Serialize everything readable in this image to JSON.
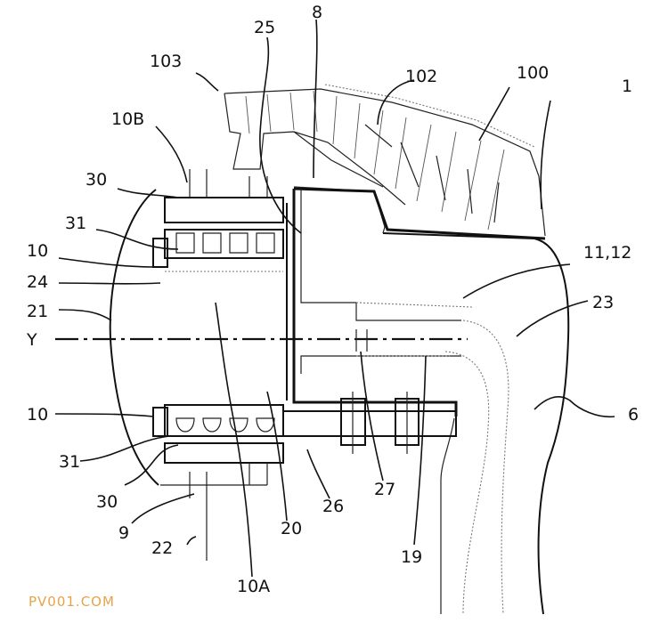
{
  "labels": {
    "l1": "1",
    "l6": "6",
    "l8": "8",
    "l9": "9",
    "l10_top": "10",
    "l10_bottom": "10",
    "l10A": "10A",
    "l10B": "10B",
    "l11_12": "11,12",
    "l19": "19",
    "l20": "20",
    "l21": "21",
    "l22": "22",
    "l23": "23",
    "l24": "24",
    "l25": "25",
    "l26": "26",
    "l27": "27",
    "l30_top": "30",
    "l30_bottom": "30",
    "l31_top": "31",
    "l31_bottom": "31",
    "l100": "100",
    "l102": "102",
    "l103": "103",
    "axis_y": "Y"
  },
  "watermark": "PV001.COM"
}
